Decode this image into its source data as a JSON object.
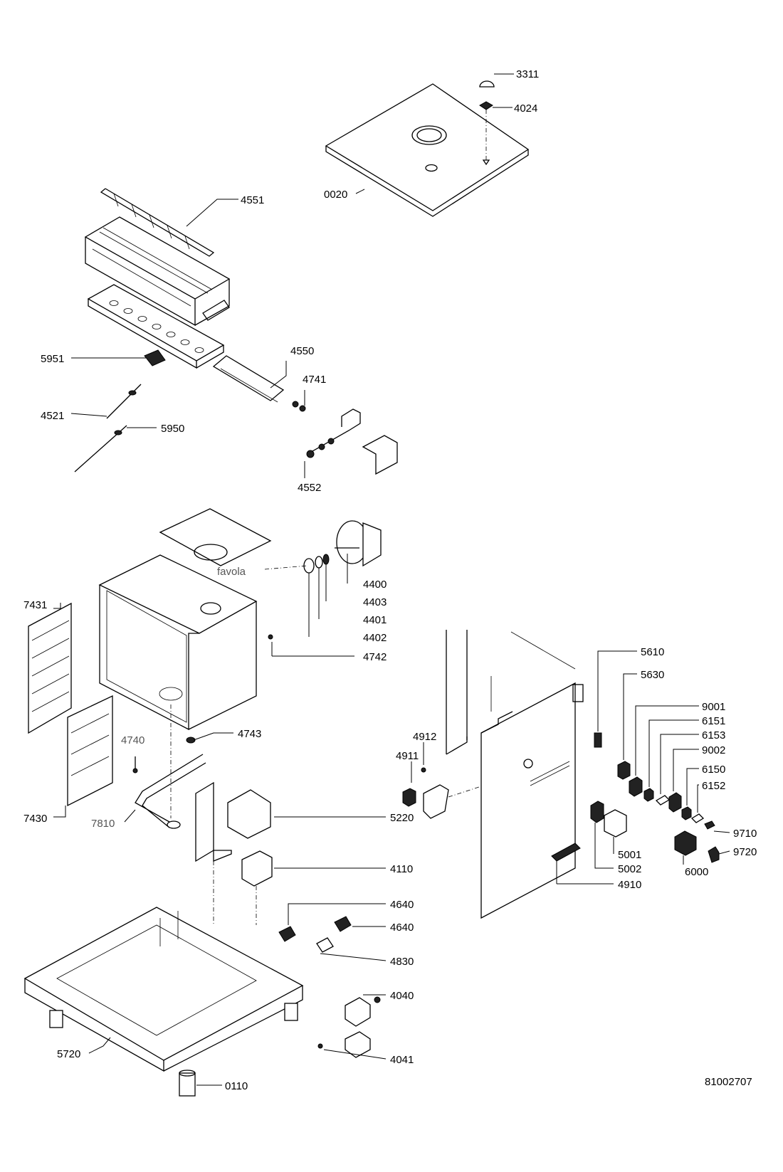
{
  "drawing_number": "81002707",
  "watermark_text": "favola",
  "parts": {
    "p3311": "3311",
    "p4024": "4024",
    "p0020": "0020",
    "p4551": "4551",
    "p5951": "5951",
    "p4550": "4550",
    "p4741": "4741",
    "p4521": "4521",
    "p5950": "5950",
    "p4552": "4552",
    "p4400": "4400",
    "p4403": "4403",
    "p4401": "4401",
    "p4402": "4402",
    "p4742": "4742",
    "p7431": "7431",
    "p4743": "4743",
    "p4740": "4740",
    "p7430": "7430",
    "p7810": "7810",
    "p5220": "5220",
    "p4110": "4110",
    "p4640a": "4640",
    "p4640b": "4640",
    "p4830": "4830",
    "p4040": "4040",
    "p4041": "4041",
    "p5720": "5720",
    "p0110": "0110",
    "p5610": "5610",
    "p5630": "5630",
    "p9001": "9001",
    "p6151": "6151",
    "p6153": "6153",
    "p9002": "9002",
    "p6150": "6150",
    "p6152": "6152",
    "p9710": "9710",
    "p9720": "9720",
    "p5001": "5001",
    "p5002": "5002",
    "p4910": "4910",
    "p6000": "6000",
    "p4912": "4912",
    "p4911": "4911"
  }
}
